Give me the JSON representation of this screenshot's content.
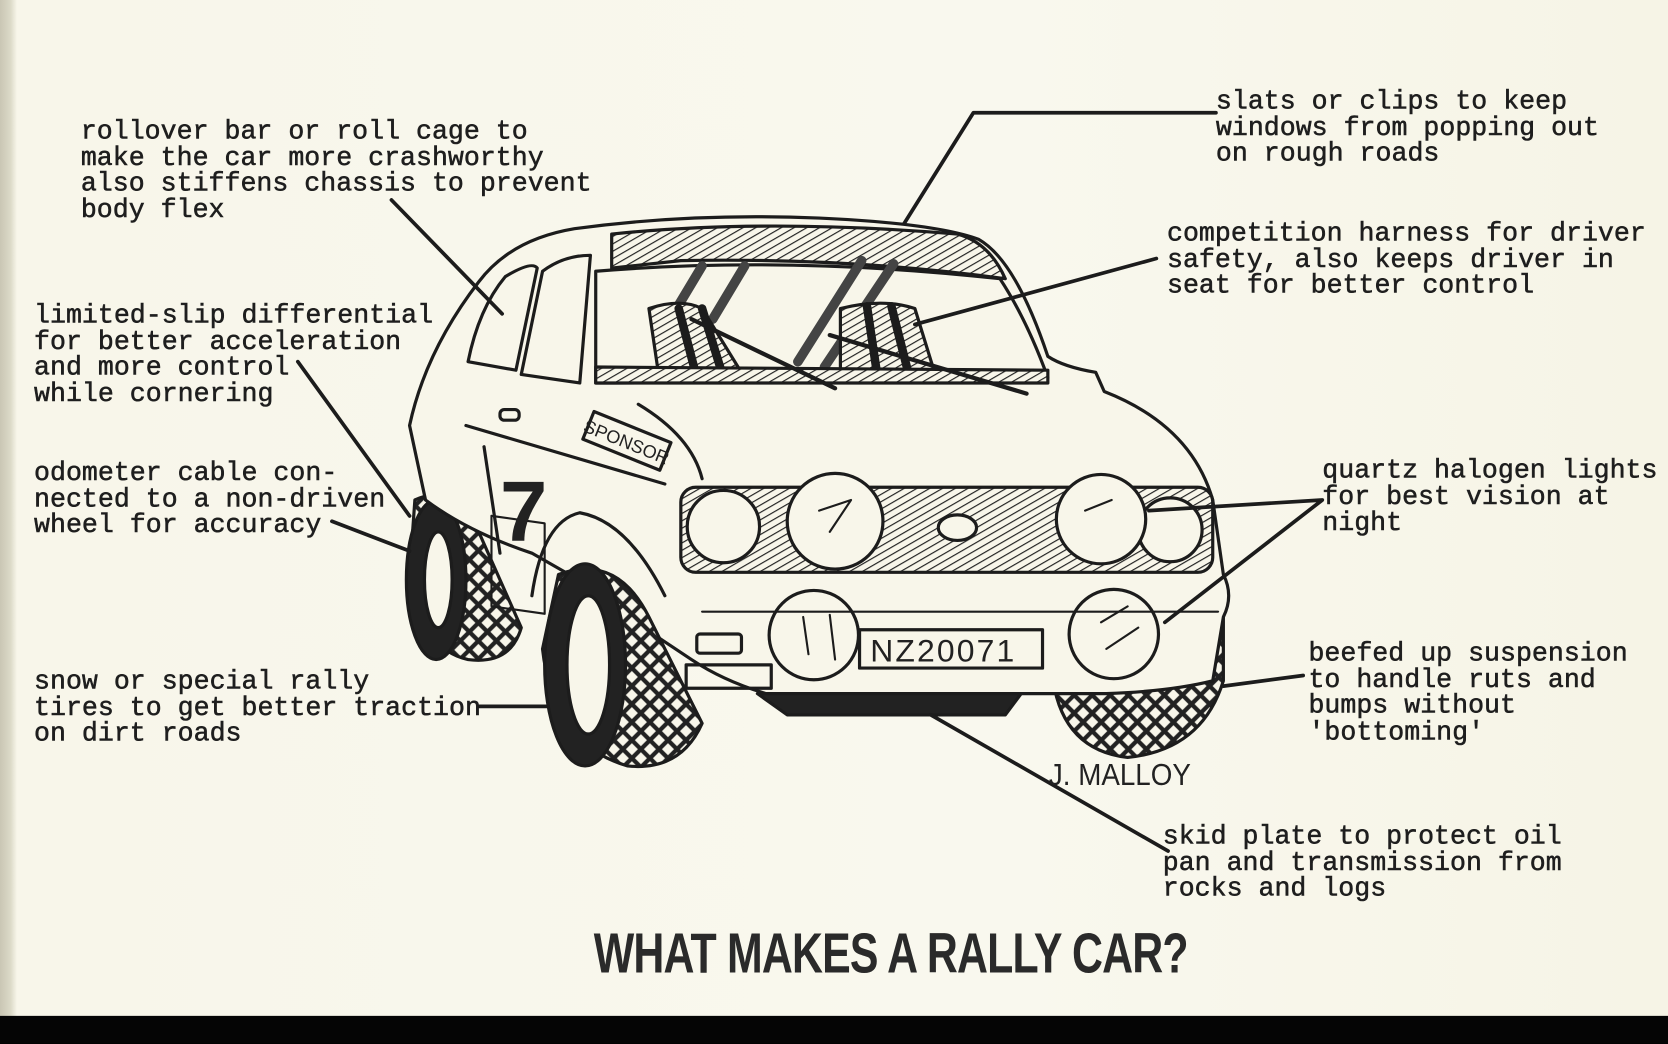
{
  "title": "WHAT MAKES A RALLY CAR?",
  "signature": "J. MALLOY",
  "car": {
    "plate": "NZ20071",
    "door_sticker": "SPONSOR",
    "race_number": "7"
  },
  "labels": {
    "rollover": "rollover bar or roll cage to\nmake the car more crashworthy\nalso stiffens chassis to prevent\nbody flex",
    "differential": "limited-slip differential\nfor better acceleration\nand more control\nwhile cornering",
    "odometer": "odometer cable con-\nnected to a non-driven\nwheel for accuracy",
    "tires": "snow or special rally\ntires to get better traction\non dirt roads",
    "windows": "slats or clips to keep\nwindows from popping out\non rough roads",
    "harness": "competition harness for driver\nsafety, also keeps driver in\nseat for better control",
    "lights": "quartz halogen lights\nfor best vision at\nnight",
    "suspension": "beefed up suspension\nto handle ruts and\nbumps without\n'bottoming'",
    "skid_plate": "skid plate to protect oil\npan and transmission from\nrocks and logs"
  }
}
